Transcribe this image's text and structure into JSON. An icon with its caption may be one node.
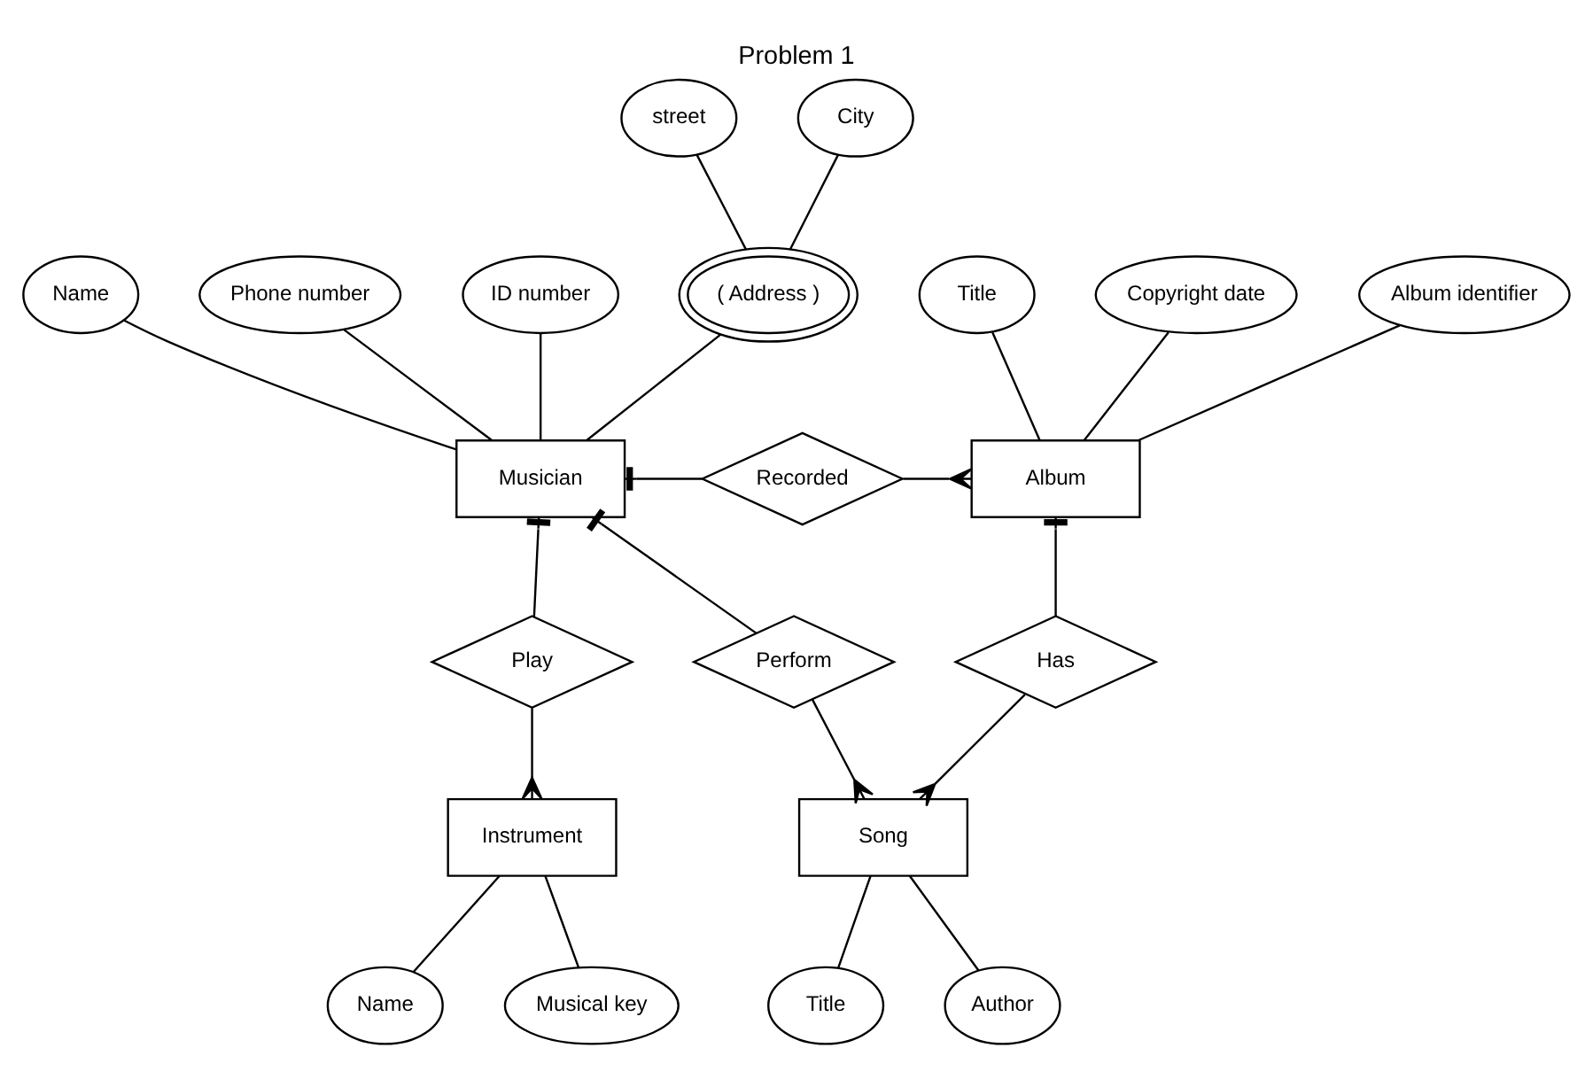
{
  "diagram": {
    "title": "Problem 1",
    "nodes": [
      {
        "text": [
          "Musician"
        ]
      },
      {
        "text": [
          "Name"
        ]
      },
      {
        "text": [
          "Phone number"
        ]
      },
      {
        "text": [
          "ID number"
        ]
      },
      {
        "text": [
          "( Address )"
        ]
      },
      {
        "text": [
          "street"
        ]
      },
      {
        "text": [
          "City"
        ]
      },
      {
        "text": [
          "Recorded"
        ]
      },
      {
        "text": [
          "Album"
        ]
      },
      {
        "text": [
          "Title"
        ]
      },
      {
        "text": [
          "Copyright date"
        ]
      },
      {
        "text": [
          "Album identifier"
        ]
      },
      {
        "text": [
          "Play"
        ]
      },
      {
        "text": [
          "Perform"
        ]
      },
      {
        "text": [
          "Has"
        ]
      },
      {
        "text": [
          "Instrument"
        ]
      },
      {
        "text": [
          "Name"
        ]
      },
      {
        "text": [
          "Musical key"
        ]
      },
      {
        "text": [
          "Song"
        ]
      },
      {
        "text": [
          "Title"
        ]
      },
      {
        "text": [
          "Author"
        ]
      }
    ],
    "edges": [
      {
        "from": 1,
        "to": 0,
        "arrow": "none"
      },
      {
        "from": 2,
        "to": 0,
        "arrow": "none"
      },
      {
        "from": 3,
        "to": 0,
        "arrow": "none"
      },
      {
        "from": 5,
        "to": 4,
        "arrow": "none"
      },
      {
        "from": 6,
        "to": 4,
        "arrow": "none"
      },
      {
        "from": 4,
        "to": 0,
        "arrow": "none"
      },
      {
        "from": 0,
        "to": 7,
        "arrow": "other"
      },
      {
        "from": 7,
        "to": 8,
        "arrow": "other"
      },
      {
        "from": 9,
        "to": 8,
        "arrow": "none"
      },
      {
        "from": 10,
        "to": 8,
        "arrow": "none"
      },
      {
        "from": 11,
        "to": 8,
        "arrow": "none"
      },
      {
        "from": 0,
        "to": 12,
        "arrow": "other"
      },
      {
        "from": 0,
        "to": 13,
        "arrow": "other"
      },
      {
        "from": 8,
        "to": 14,
        "arrow": "other"
      },
      {
        "from": 12,
        "to": 15,
        "arrow": "other"
      },
      {
        "from": 13,
        "to": 18,
        "arrow": "other"
      },
      {
        "from": 14,
        "to": 18,
        "arrow": "other"
      },
      {
        "from": 15,
        "to": 16,
        "arrow": "none"
      },
      {
        "from": 15,
        "to": 17,
        "arrow": "none"
      },
      {
        "from": 18,
        "to": 19,
        "arrow": "none"
      },
      {
        "from": 18,
        "to": 20,
        "arrow": "none"
      }
    ]
  }
}
